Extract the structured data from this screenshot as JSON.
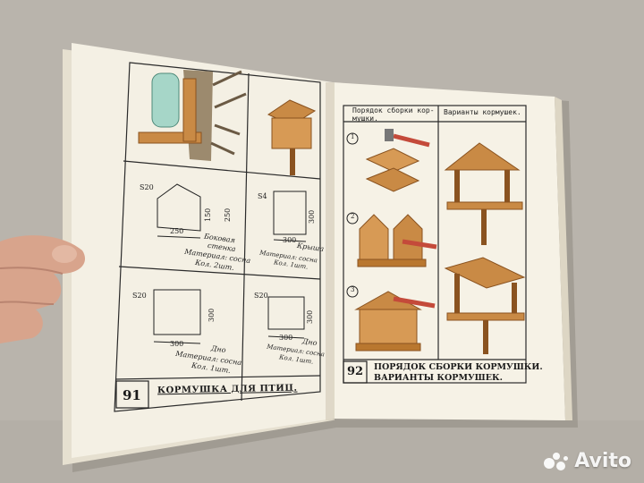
{
  "left_page": {
    "plate_number": "91",
    "plate_title": "КОРМУШКА ДЛЯ ПТИЦ.",
    "dims": {
      "side_width": "250",
      "side_height_a": "150",
      "side_height_b": "250",
      "side_thickness": "S20",
      "side_caption_1": "Боковая",
      "side_caption_2": "стенка",
      "side_material": "Материал: сосна",
      "side_qty": "Кол. 2шт.",
      "roof_thickness": "S4",
      "roof_width": "300",
      "roof_height": "300",
      "roof_caption": "Крыша",
      "roof_material": "Материал: сосна",
      "roof_qty": "Кол. 1шт.",
      "bottom_thickness": "S20",
      "bottom_width": "300",
      "bottom_height": "300",
      "bottom_caption": "Дно",
      "bottom_material": "Материал: сосна",
      "bottom_qty": "Кол. 1шт.",
      "small_thickness": "S20",
      "small_width": "300",
      "small_height": "300",
      "small_caption": "Дно",
      "small_material": "Материал: сосна",
      "small_qty": "Кол. 1шт."
    }
  },
  "right_page": {
    "header_left_1": "Порядок сборки кор-",
    "header_left_2": "мушки.",
    "header_right": "Варианты кормушек.",
    "step_1": "1",
    "step_2": "2",
    "step_3": "3",
    "plate_number": "92",
    "plate_title_1": "ПОРЯДОК СБОРКИ КОРМУШКИ.",
    "plate_title_2": "ВАРИАНТЫ КОРМУШЕК."
  },
  "watermark": {
    "brand": "Avito"
  },
  "colors": {
    "background": "#b9b4ac",
    "page": "#f4f0e4",
    "wood": "#c98a45",
    "wood_dark": "#8a5320",
    "bark": "#9c8a6e",
    "hammer_red": "#c44a3a"
  }
}
